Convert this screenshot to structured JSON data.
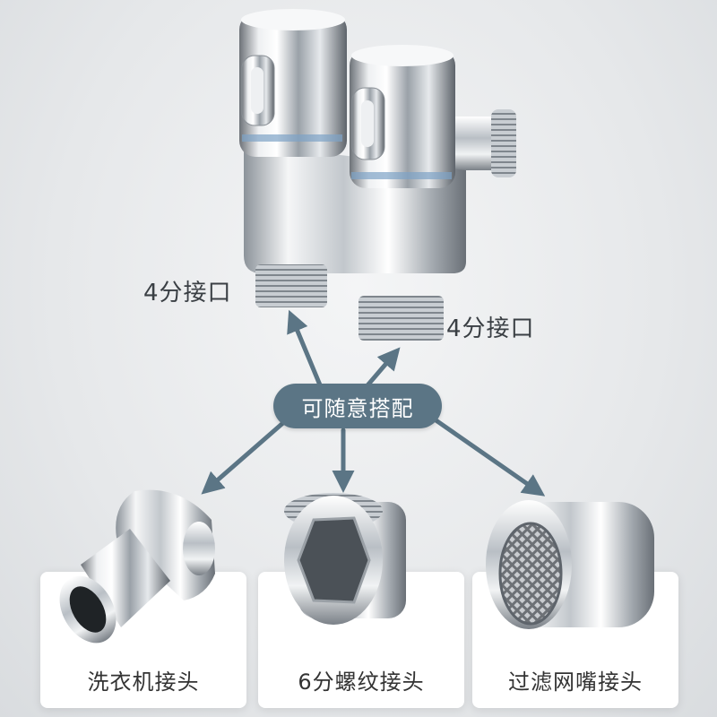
{
  "labels": {
    "left_port": "4分接口",
    "right_port": "4分接口",
    "center": "可随意搭配"
  },
  "products": [
    {
      "label": "洗衣机接头"
    },
    {
      "label": "6分螺纹接头"
    },
    {
      "label": "过滤网嘴接头"
    }
  ],
  "colors": {
    "arrow": "#5b7585",
    "pill": "#5b7585"
  }
}
